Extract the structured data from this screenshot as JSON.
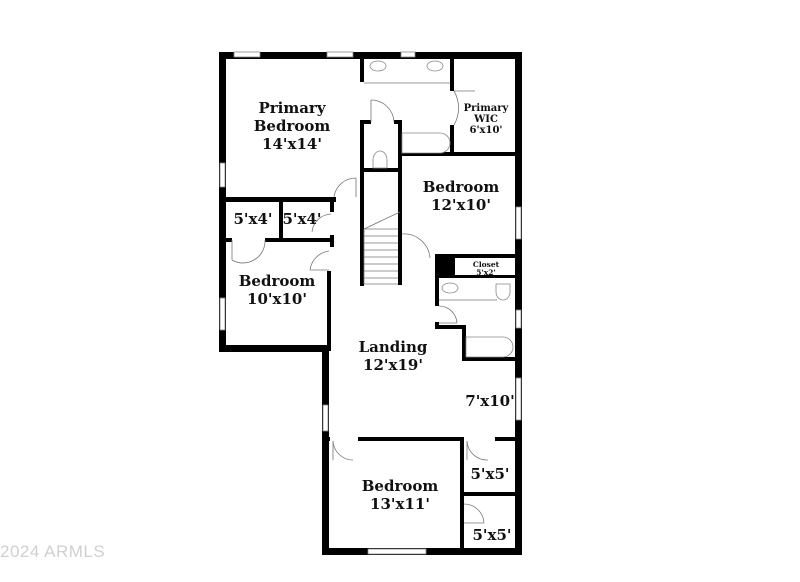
{
  "watermark": "2024 ARMLS",
  "rooms": {
    "primary_bedroom": {
      "name_line1": "Primary",
      "name_line2": "Bedroom",
      "size": "14'x14'"
    },
    "primary_wic": {
      "name_line1": "Primary",
      "name_line2": "WIC",
      "size": "6'x10'"
    },
    "bedroom_ne": {
      "name": "Bedroom",
      "size": "12'x10'"
    },
    "closet_a": {
      "size": "5'x4'"
    },
    "closet_b": {
      "size": "5'x4'"
    },
    "bedroom_w": {
      "name": "Bedroom",
      "size": "10'x10'"
    },
    "hall_closet": {
      "name": "Closet",
      "size": "5'x2'"
    },
    "landing": {
      "name": "Landing",
      "size": "12'x19'"
    },
    "bath_area": {
      "size": "7'x10'"
    },
    "bedroom_s": {
      "name": "Bedroom",
      "size": "13'x11'"
    },
    "closet_c": {
      "size": "5'x5'"
    },
    "closet_d": {
      "size": "5'x5'"
    }
  }
}
